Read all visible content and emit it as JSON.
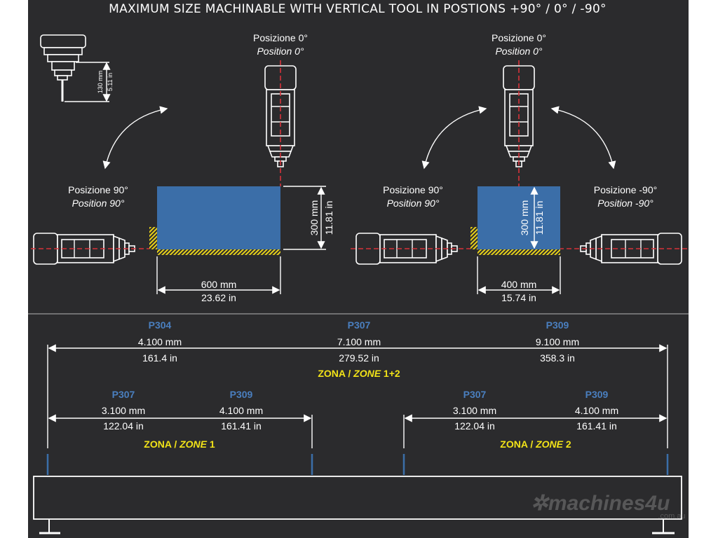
{
  "title": "MAXIMUM SIZE MACHINABLE WITH VERTICAL TOOL IN POSTIONS +90° / 0° / -90°",
  "tool_detail": {
    "mm": "130 mm",
    "in": "5.11 in"
  },
  "left_diagram": {
    "pos0_it": "Posizione 0°",
    "pos0_en": "Position 0°",
    "pos90_it": "Posizione 90°",
    "pos90_en": "Position 90°",
    "height_mm": "300 mm",
    "height_in": "11.81 in",
    "width_mm": "600 mm",
    "width_in": "23.62 in"
  },
  "right_diagram": {
    "pos0_it": "Posizione 0°",
    "pos0_en": "Position 0°",
    "pos90_it": "Posizione 90°",
    "pos90_en": "Position 90°",
    "posm90_it": "Posizione -90°",
    "posm90_en": "Position -90°",
    "height_mm": "300 mm",
    "height_in": "11.81 in",
    "width_mm": "400 mm",
    "width_in": "15.74 in"
  },
  "zone12": {
    "label_a": "ZONA / ",
    "label_b": "ZONE",
    "label_c": " 1+2",
    "models": [
      {
        "name": "P304",
        "mm": "4.100 mm",
        "in": "161.4 in"
      },
      {
        "name": "P307",
        "mm": "7.100 mm",
        "in": "279.52 in"
      },
      {
        "name": "P309",
        "mm": "9.100 mm",
        "in": "358.3 in"
      }
    ]
  },
  "zone1": {
    "label_a": "ZONA / ",
    "label_b": "ZONE",
    "label_c": " 1",
    "models": [
      {
        "name": "P307",
        "mm": "3.100 mm",
        "in": "122.04 in"
      },
      {
        "name": "P309",
        "mm": "4.100 mm",
        "in": "161.41 in"
      }
    ]
  },
  "zone2": {
    "label_a": "ZONA / ",
    "label_b": "ZONE",
    "label_c": " 2",
    "models": [
      {
        "name": "P307",
        "mm": "3.100 mm",
        "in": "122.04 in"
      },
      {
        "name": "P309",
        "mm": "4.100 mm",
        "in": "161.41 in"
      }
    ]
  },
  "watermark": "machines4u .com.au",
  "colors": {
    "background": "#2b2b2d",
    "workpiece": "#3b6ea8",
    "hatch": "#e8d21a",
    "model": "#4a7fbf",
    "zone": "#f2e318",
    "centerline": "#d8333a"
  }
}
